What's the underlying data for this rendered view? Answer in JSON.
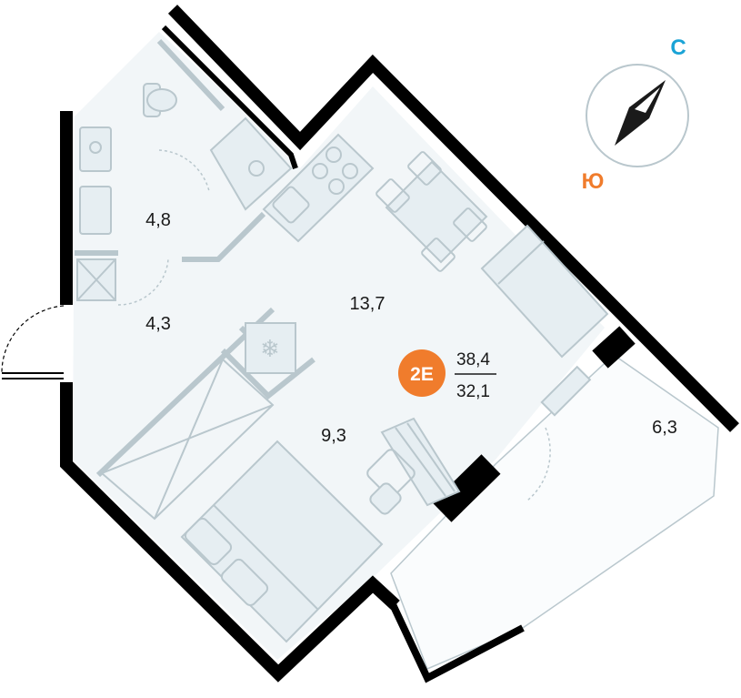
{
  "plan": {
    "rooms": [
      {
        "id": "bathroom",
        "area": "4,8"
      },
      {
        "id": "hallway",
        "area": "4,3"
      },
      {
        "id": "kitchen-living",
        "area": "13,7"
      },
      {
        "id": "bedroom-zone",
        "area": "9,3"
      },
      {
        "id": "balcony",
        "area": "6,3"
      }
    ],
    "badge": {
      "label": "2E",
      "total_area": "38,4",
      "living_area": "32,1",
      "color": "#f07c2c"
    },
    "compass": {
      "north": "С",
      "south": "Ю",
      "north_color": "#1aa3d6",
      "south_color": "#f07c2c"
    }
  }
}
